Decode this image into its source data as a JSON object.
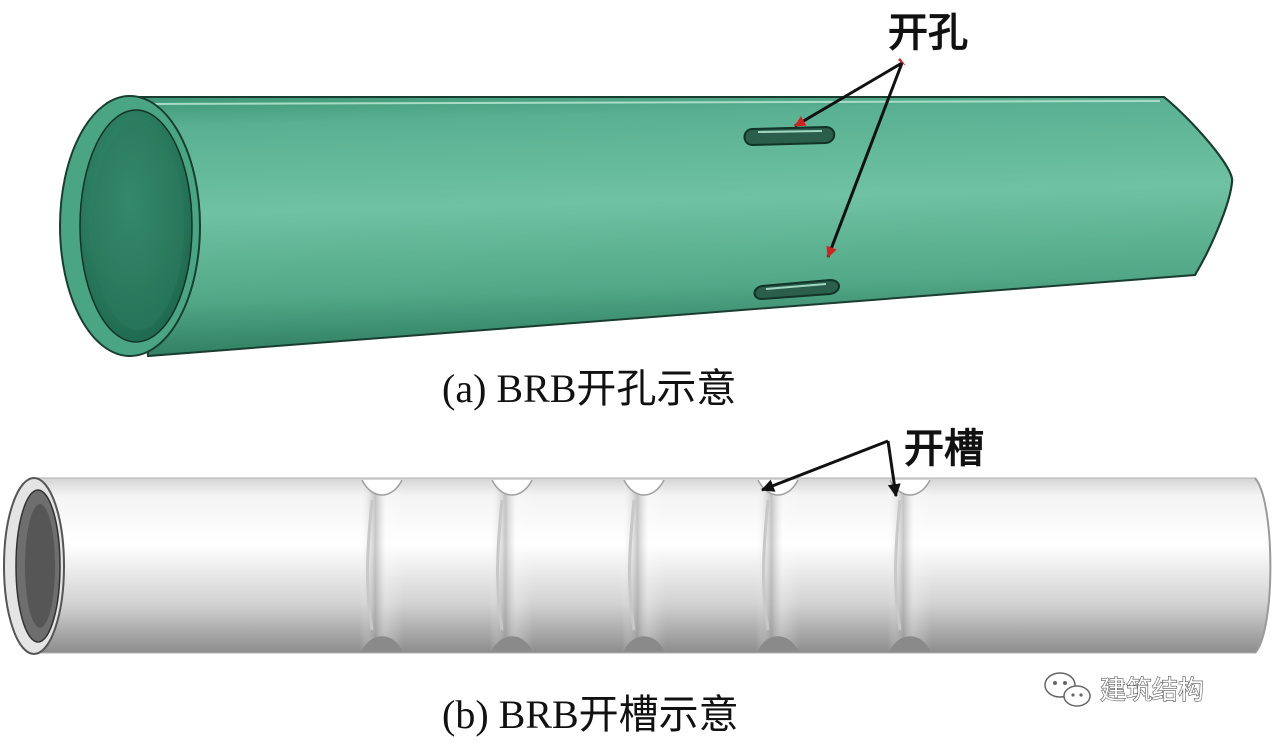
{
  "top_figure": {
    "callout": "开孔",
    "caption": "(a) BRB开孔示意",
    "tube_color": "#5fb596"
  },
  "bottom_figure": {
    "callout": "开槽",
    "caption": "(b) BRB开槽示意",
    "tube_color": "#f0f0f0"
  },
  "watermark": {
    "text": "建筑结构",
    "icon": "wechat-icon"
  }
}
